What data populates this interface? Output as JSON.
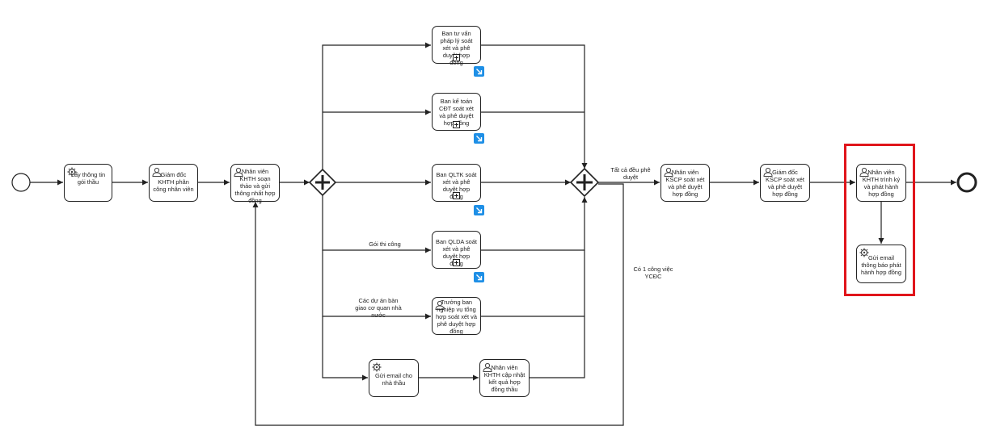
{
  "tasks": {
    "t1": "Lấy thông tin\ngói thầu",
    "t2": "Giám đốc\nKHTH phân\ncông nhân viên",
    "t3": "Nhân viên\nKHTH soạn\nthảo và gửi\nthông nhất hợp\nđồng",
    "t4": "Ban tư vấn\npháp lý soát\nxét và phê\nduyệt hợp đồng",
    "t5": "Ban kế toán\nCĐT soát xét\nvà phê duyệt\nhợp đồng",
    "t6": "Ban QLTK soát\nxét và phê\nduyệt hợp đồng",
    "t7": "Ban QLDA soát\nxét và phê\nduyệt hợp đồng",
    "t8": "Trưởng ban\nnghiệp vụ tổng\nhợp soát xét và\nphê duyệt hợp\nđồng",
    "t9": "Gửi email cho\nnhà thầu",
    "t10": "Nhân viên\nKHTH cập nhật\nkết quả hợp\nđồng thầu",
    "t11": "Nhân viên\nKSCP soát xét\nvà phê duyệt\nhợp đồng",
    "t12": "Giám đốc\nKSCP soát xét\nvà phê duyệt\nhợp đồng",
    "t13": "Nhân viên\nKHTH trình ký\nvà phát hành\nhợp đồng",
    "t14": "Gửi email\nthông báo phát\nhành hợp đồng"
  },
  "edge_labels": {
    "all_approved": "Tất cả đều phê\nduyệt",
    "goi_thi_cong": "Gói thi công",
    "cac_du_an": "Các dự án bàn\ngiao cơ quan nhà\nnước",
    "co_1_cong_viec": "Có 1 công việc\nYCĐC"
  },
  "colors": {
    "stroke": "#222222",
    "highlight": "#e0151b",
    "flag": "#1e8fe6"
  }
}
